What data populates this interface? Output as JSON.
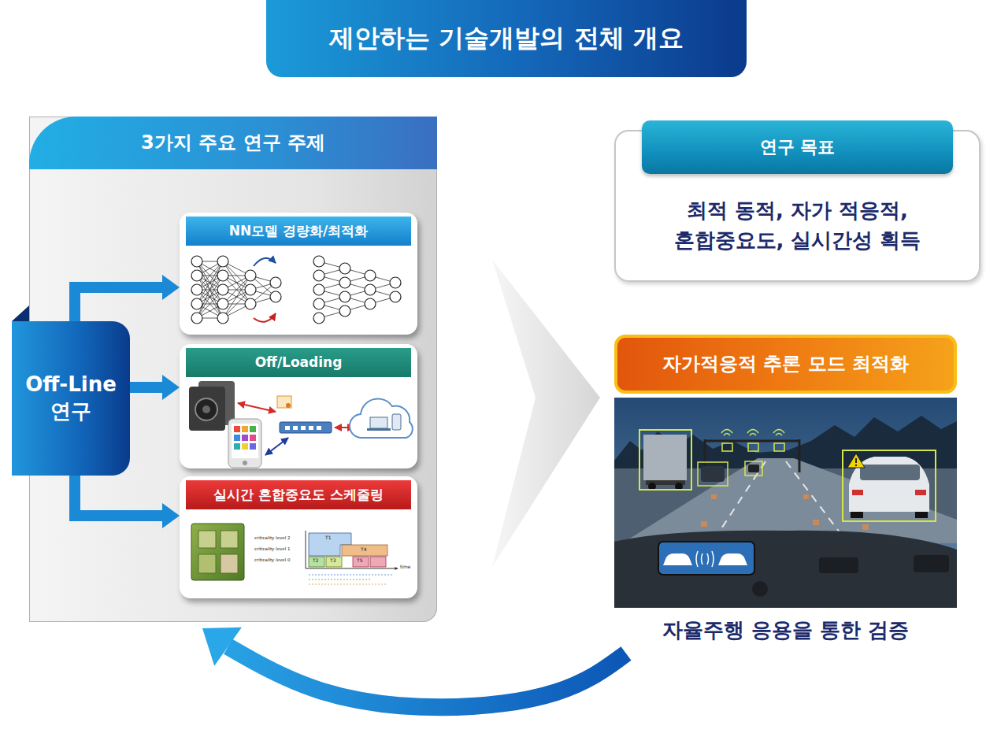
{
  "diagram": {
    "title": "제안하는 기술개발의 전체 개요",
    "nodes": [
      {
        "text": [
          "3가지 주요 연구 주제"
        ]
      },
      {
        "text": [
          "Off-Line 연구"
        ],
        "in": 0
      },
      {
        "text": [
          "NN모델 경량화/최적화"
        ],
        "in": 0
      },
      {
        "text": [
          "Off/Loading"
        ],
        "in": 0
      },
      {
        "text": [
          "실시간 혼합중요도 스케줄링"
        ],
        "in": 0
      },
      {
        "text": [
          "연구 목표",
          "최적 동적, 자가 적응적, 혼합중요도, 실시간성 획득"
        ]
      },
      {
        "text": [
          "자가적응적 추론 모드 최적화",
          "자율주행 응용을 통한 검증"
        ]
      }
    ],
    "edges": [
      {
        "from": 0,
        "to": 6,
        "arrow": "to"
      },
      {
        "from": 6,
        "to": 0,
        "arrow": "to"
      },
      {
        "from": 1,
        "to": 2,
        "arrow": "to"
      },
      {
        "from": 1,
        "to": 3,
        "arrow": "to"
      },
      {
        "from": 1,
        "to": 4,
        "arrow": "to"
      }
    ],
    "labels": [
      "criticality level 2",
      "criticality level 1",
      "criticality level 0",
      "T1",
      "T4",
      "T2",
      "T3",
      "T5",
      "time"
    ]
  }
}
